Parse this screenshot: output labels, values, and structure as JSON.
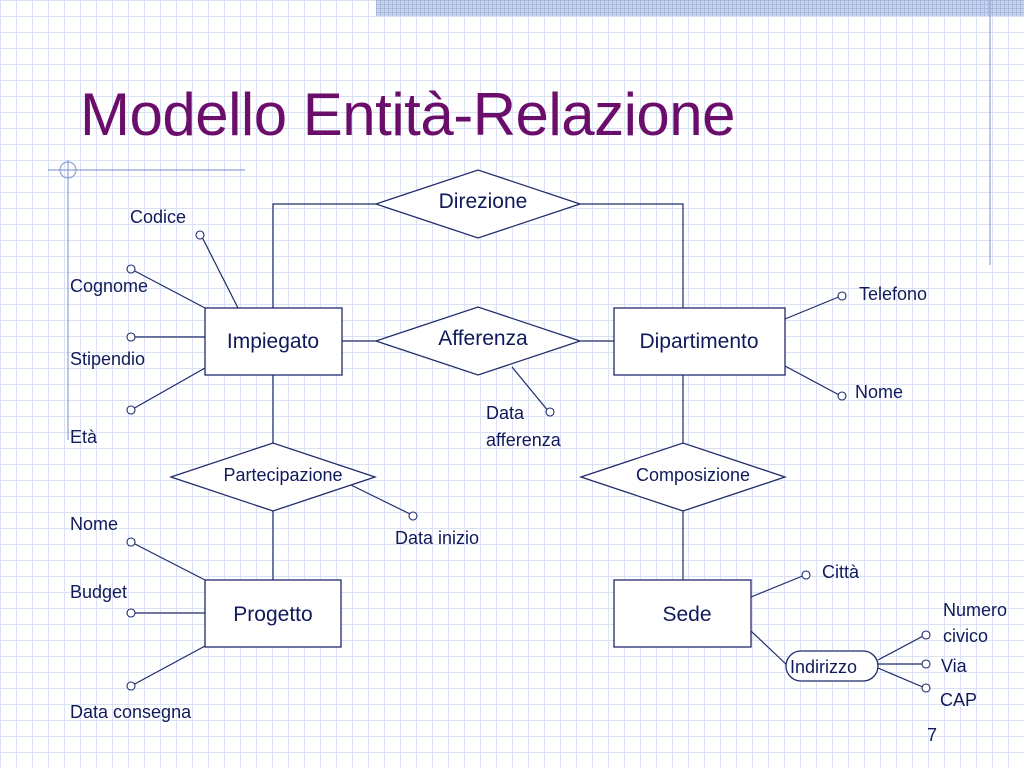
{
  "title": "Modello Entità-Relazione",
  "page_number": "7",
  "colors": {
    "title": "#6b0d6b",
    "lines": "#1f2a6b",
    "text": "#101a5a",
    "grid": "#d9e1f2"
  },
  "entities": {
    "impiegato": "Impiegato",
    "dipartimento": "Dipartimento",
    "progetto": "Progetto",
    "sede": "Sede"
  },
  "relationships": {
    "direzione": "Direzione",
    "afferenza": "Afferenza",
    "partecipazione": "Partecipazione",
    "composizione": "Composizione"
  },
  "attributes": {
    "impiegato": {
      "codice": "Codice",
      "cognome": "Cognome",
      "stipendio": "Stipendio",
      "eta": "Età"
    },
    "dipartimento": {
      "telefono": "Telefono",
      "nome": "Nome"
    },
    "afferenza": {
      "data_afferenza_line1": "Data",
      "data_afferenza_line2": "afferenza"
    },
    "partecipazione": {
      "data_inizio": "Data inizio"
    },
    "progetto": {
      "nome": "Nome",
      "budget": "Budget",
      "data_consegna": "Data consegna"
    },
    "sede": {
      "citta": "Città",
      "indirizzo": "Indirizzo",
      "numero_civico_line1": "Numero",
      "numero_civico_line2": "civico",
      "via": "Via",
      "cap": "CAP"
    }
  }
}
